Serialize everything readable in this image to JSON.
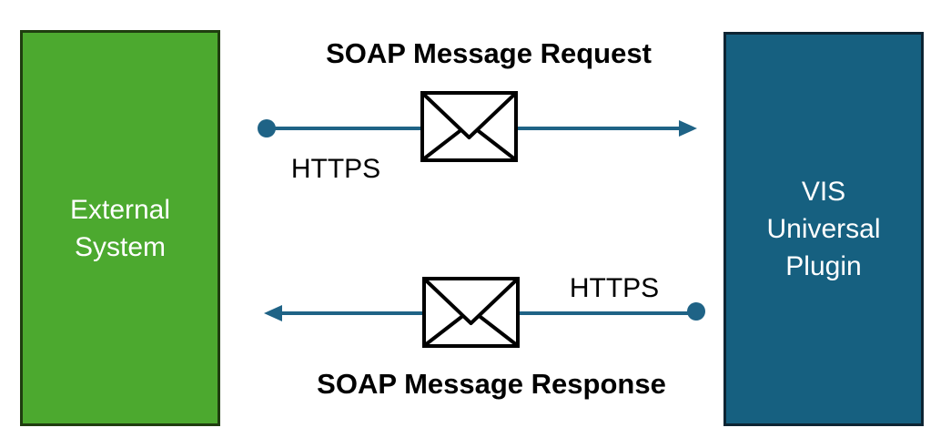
{
  "left_box": {
    "label": "External System",
    "lines": [
      "External",
      "System"
    ],
    "fill": "#4CA92F",
    "border_color": "#1F3D0F",
    "text_color": "#FFFFFF"
  },
  "right_box": {
    "label": "VIS Universal Plugin",
    "lines": [
      "VIS",
      "Universal",
      "Plugin"
    ],
    "fill": "#166080",
    "border_color": "#0D2433",
    "text_color": "#FFFFFF"
  },
  "request_flow": {
    "title": "SOAP Message Request",
    "protocol": "HTTPS",
    "direction": "left-to-right",
    "icon": "envelope-icon"
  },
  "response_flow": {
    "title": "SOAP Message Response",
    "protocol": "HTTPS",
    "direction": "right-to-left",
    "icon": "envelope-icon"
  },
  "colors": {
    "connector": "#1F6386",
    "title_text": "#000000"
  }
}
